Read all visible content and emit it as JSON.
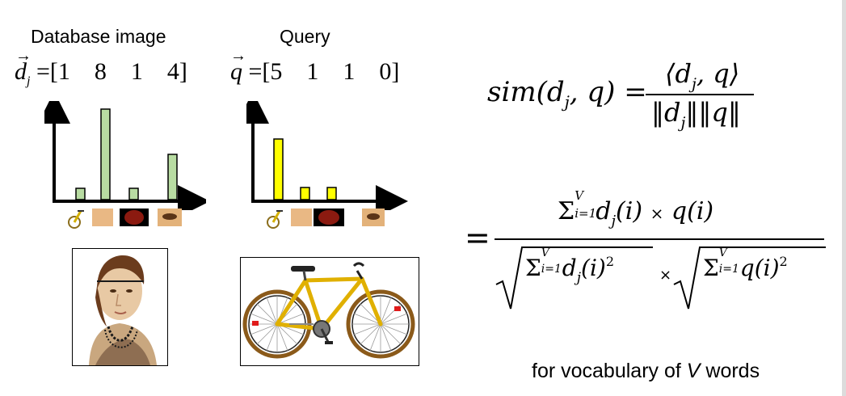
{
  "database": {
    "title": "Database image",
    "vector_symbol": "d",
    "vector_subscript": "j",
    "vector_text": "=[1    8    1    4]",
    "histogram": [
      1,
      8,
      1,
      4
    ],
    "bar_color": "#b8dca2"
  },
  "query": {
    "title": "Query",
    "vector_symbol": "q",
    "vector_text": "=[5    1    1    0]",
    "histogram": [
      5,
      1,
      1,
      0
    ],
    "bar_color": "#ffff00"
  },
  "visual_words": [
    "bicycle-wheel-patch",
    "skin-patch",
    "eye-dark-patch",
    "eye-patch"
  ],
  "formula": {
    "sim_lhs": "sim(d",
    "sim_lhs_sub": "j",
    "sim_lhs_rest": ", q) =",
    "numerator_top": "⟨d",
    "numerator_top_sub": "j",
    "numerator_top_rest": ", q⟩",
    "denominator_top": "‖d",
    "denominator_top_sub": "j",
    "denominator_top_rest": "‖‖q‖",
    "equals": "=",
    "sum_symbol": "Σ",
    "sum_upper": "V",
    "sum_lower": "i=1",
    "num_term": "d",
    "num_term_sub": "j",
    "num_term_rest": "(i)",
    "times": "×",
    "num_term2": "q(i)",
    "den_term1": "d",
    "den_term1_sub": "j",
    "den_term1_rest": "(i)",
    "den_term2": "q(i)",
    "square": "2"
  },
  "caption": {
    "prefix": "for vocabulary of ",
    "var": "V",
    "suffix": " words"
  }
}
